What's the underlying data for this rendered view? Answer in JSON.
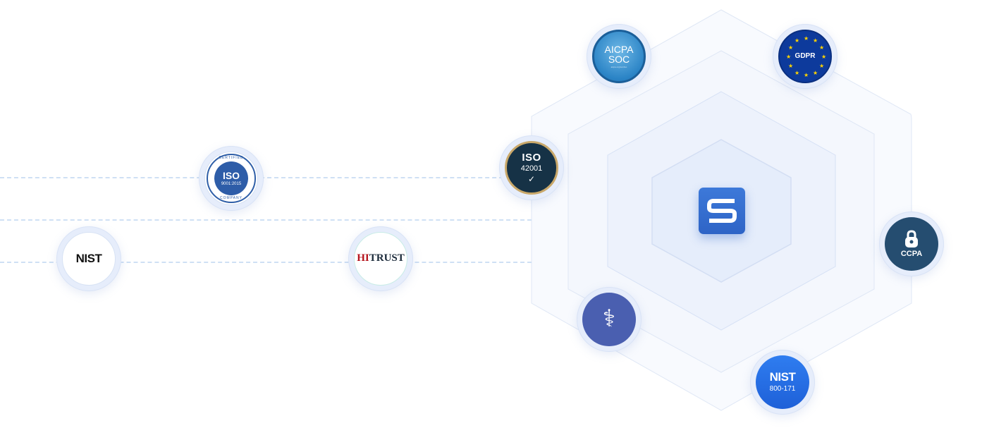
{
  "colors": {
    "hex_outer": "#f8fafe",
    "hex_mid": "#f4f7fd",
    "hex_inner": "#edf2fc",
    "hex_core": "#e5edfb",
    "hex_stroke": "#dfe7f5",
    "logo_blue": "#3068cc",
    "dash": "#cfe0f4"
  },
  "logo": {
    "icon": "s-logo-icon"
  },
  "badges": {
    "aicpa": {
      "line1": "AICPA",
      "line2": "SOC",
      "line3": "aicpa.org/soc4so"
    },
    "gdpr": {
      "label": "GDPR",
      "icon": "eu-stars-icon"
    },
    "iso42001": {
      "title": "ISO",
      "number": "42001",
      "check": "✓"
    },
    "iso9001": {
      "top": "CERTIFIED",
      "title": "ISO",
      "number": "9001:2015",
      "bottom": "COMPANY"
    },
    "nist": {
      "label": "NIST"
    },
    "hitrust": {
      "prefix": "HI",
      "rest": "TRUST"
    },
    "hipaa": {
      "icon": "caduceus-icon",
      "symbol": "⚕"
    },
    "nist171": {
      "title": "NIST",
      "number": "800-171"
    },
    "ccpa": {
      "label": "CCPA",
      "icon": "lock-icon"
    }
  }
}
